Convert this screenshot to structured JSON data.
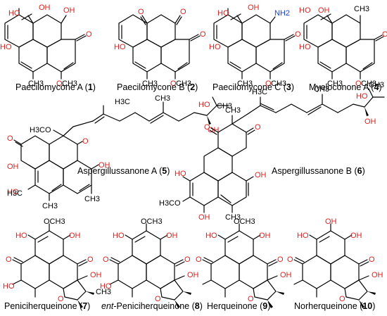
{
  "compounds": [
    {
      "name": "Paecilomycone A",
      "number": "1"
    },
    {
      "name": "Paecilomycone B",
      "number": "2"
    },
    {
      "name": "Paecilomycone C",
      "number": "3"
    },
    {
      "name": "Myeloconone A",
      "number": "4"
    },
    {
      "name": "Aspergillussanone A",
      "number": "5"
    },
    {
      "name": "Aspergillussanone B",
      "number": "6"
    },
    {
      "name": "Peniciherqueinone",
      "number": "7"
    },
    {
      "prefix": "ent",
      "name": "-Peniciherqueinone",
      "number": "8"
    },
    {
      "name": "Herqueinone",
      "number": "9"
    },
    {
      "name": "Norherqueinone",
      "number": "10"
    }
  ],
  "atom_labels": {
    "OH": "OH",
    "HO": "HO",
    "O": "O",
    "CH3": "CH3",
    "OCH3": "OCH3",
    "H3CO": "H3CO",
    "H3C": "H3C",
    "NH2": "NH2"
  }
}
